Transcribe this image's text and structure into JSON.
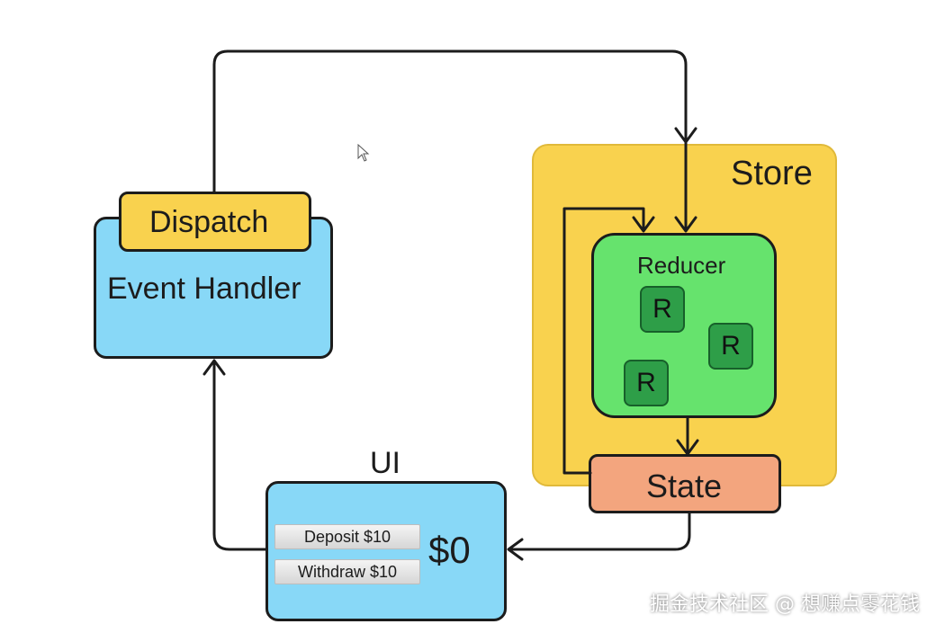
{
  "labels": {
    "dispatch": "Dispatch",
    "event_handler": "Event Handler",
    "store": "Store",
    "reducer": "Reducer",
    "state": "State",
    "ui": "UI",
    "balance": "$0"
  },
  "reducer_items": [
    "R",
    "R",
    "R"
  ],
  "buttons": {
    "deposit": "Deposit $10",
    "withdraw": "Withdraw $10"
  },
  "watermark": "掘金技术社区 @ 想赚点零花钱",
  "colors": {
    "store": "#F9D24E",
    "dispatch": "#F9D24E",
    "event_handler": "#88D8F7",
    "ui": "#88D8F7",
    "reducer": "#66E36D",
    "reducer_item": "#2E9E48",
    "state": "#F3A57E"
  }
}
